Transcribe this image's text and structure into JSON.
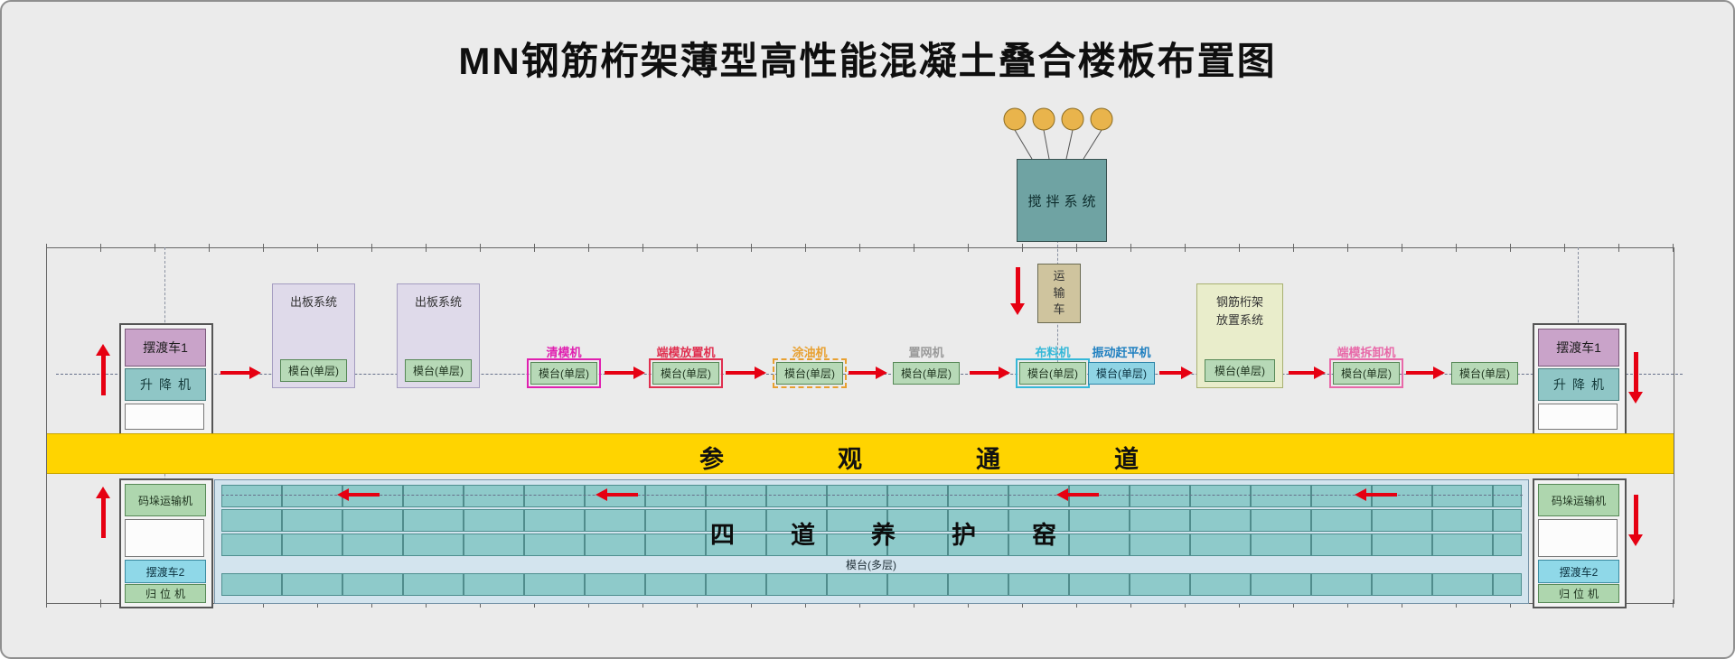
{
  "title": "MN钢筋桁架薄型高性能混凝土叠合楼板布置图",
  "mixing": {
    "system_label": "搅拌系统",
    "transport_label": "运输车"
  },
  "upper_line": {
    "left_ferry": "摆渡车1",
    "left_lift": "升降机",
    "right_ferry": "摆渡车1",
    "right_lift": "升降机",
    "plate_system_1": "出板系统",
    "plate_system_2": "出板系统",
    "plate_platform_1": "模台(单层)",
    "plate_platform_2": "模台(单层)",
    "truss_system_label": "钢筋桁架放置系统",
    "truss_platform": "模台(单层)",
    "stations": [
      {
        "machine": "清模机",
        "platform": "模台(单层)",
        "accent": "#e020b0"
      },
      {
        "machine": "端模放置机",
        "platform": "模台(单层)",
        "accent": "#e03050"
      },
      {
        "machine": "涂油机",
        "platform": "模台(单层)",
        "accent": "#e8a030"
      },
      {
        "machine": "置网机",
        "platform": "模台(单层)",
        "accent": "#9a9a9a"
      },
      {
        "machine": "布料机",
        "platform": "模台(单层)",
        "accent": "#35b8d8"
      },
      {
        "machine": "振动赶平机",
        "platform": "模台(单层)",
        "accent": "#2080c0"
      },
      {
        "machine": "端模拆卸机",
        "platform": "模台(单层)",
        "accent": "#e868a8"
      },
      {
        "machine": "",
        "platform": "模台(单层)",
        "accent": ""
      }
    ]
  },
  "aisle": {
    "label": "参观通道"
  },
  "lower_line": {
    "left_palletizer": "码垛运输机",
    "right_palletizer": "码垛运输机",
    "kiln_label": "四道养护窑",
    "multi_platform": "模台(多层)",
    "left_ferry2": "摆渡车2",
    "right_ferry2": "摆渡车2",
    "left_homing": "归位机",
    "right_homing": "归位机"
  },
  "colors": {
    "flow_arrow": "#e60012",
    "aisle_band": "#ffd400",
    "kiln_cell": "#8ecaca",
    "platform_green": "#b7d9b7",
    "ferry_purple": "#c9a3c9",
    "lift_teal": "#8fc6c6",
    "ferry2_cyan": "#8fd8e8",
    "mixing_teal": "#6fa3a3"
  }
}
